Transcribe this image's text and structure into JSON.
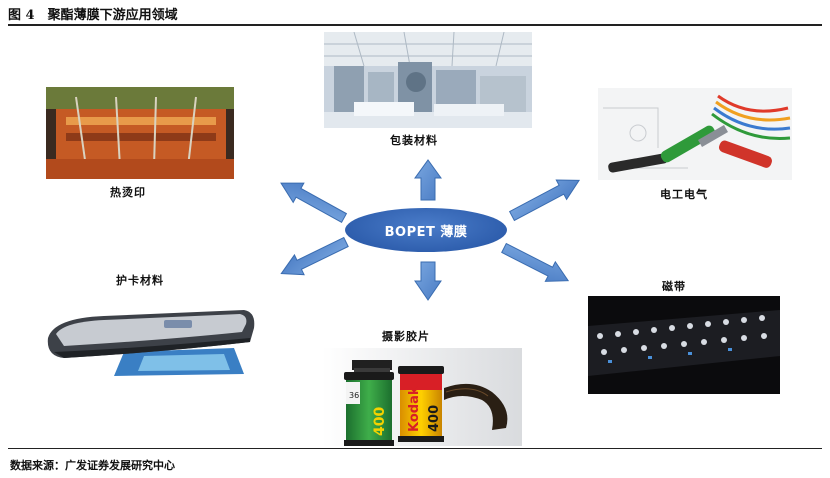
{
  "figure": {
    "title": "图 4　聚酯薄膜下游应用领域"
  },
  "center": {
    "label": "BOPET 薄膜"
  },
  "applications": {
    "packaging": "包装材料",
    "hot_stamping": "热烫印",
    "electrical": "电工电气",
    "card_protection": "护卡材料",
    "magnetic_tape": "磁带",
    "photo_film": "摄影胶片"
  },
  "photo_text": {
    "film_brand": "Kodak",
    "film_speed": "400",
    "exposures": "36"
  },
  "source": {
    "text": "数据来源：广发证券发展研究中心"
  },
  "colors": {
    "node_fill": "#2f5fae",
    "arrow_fill": "#5b8fd1",
    "arrow_stroke": "#3a6cb0"
  }
}
